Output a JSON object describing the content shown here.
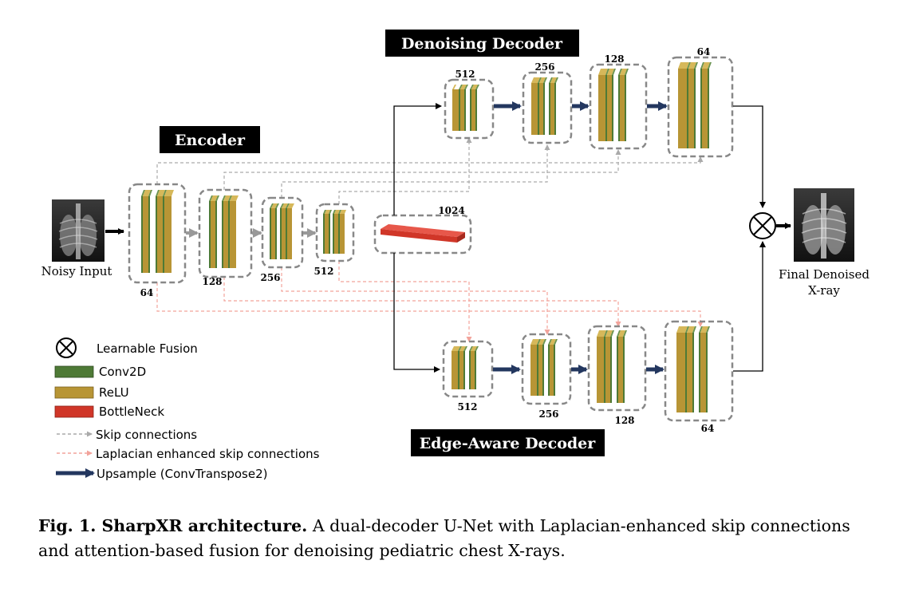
{
  "titles": {
    "encoder": "Encoder",
    "denoising_decoder": "Denoising Decoder",
    "edge_decoder": "Edge-Aware Decoder"
  },
  "labels": {
    "noisy_input": "Noisy Input",
    "final_line1": "Final Denoised",
    "final_line2": "X-ray"
  },
  "channels": {
    "enc": [
      "64",
      "128",
      "256",
      "512"
    ],
    "bottleneck": "1024",
    "dec": [
      "512",
      "256",
      "128",
      "64"
    ]
  },
  "legend": {
    "fusion": "Learnable Fusion",
    "conv": "Conv2D",
    "relu": "ReLU",
    "bottleneck": "BottleNeck",
    "skip": "Skip connections",
    "lap_skip": "Laplacian enhanced skip connections",
    "upsample": "Upsample (ConvTranspose2)"
  },
  "colors": {
    "conv": "#4e7a36",
    "relu": "#b89535",
    "bottleneck": "#d03628",
    "upsample_arrow": "#23375f",
    "skip": "#aaaaaa",
    "lap_skip": "#f2a39b"
  },
  "caption": {
    "bold": "Fig. 1. SharpXR architecture.",
    "text": "A dual-decoder U-Net with Laplacian-enhanced skip connections and attention-based fusion for denoising pediatric chest X-rays."
  }
}
